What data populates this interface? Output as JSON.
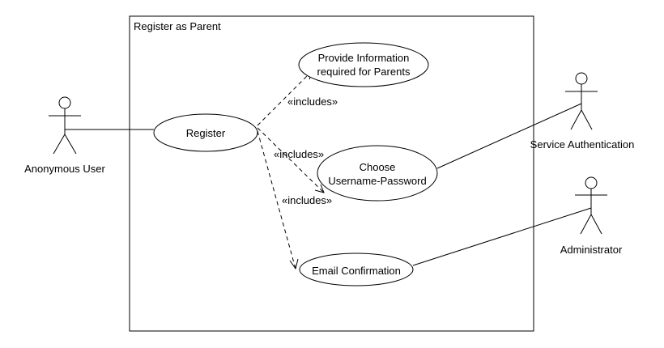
{
  "system": {
    "title": "Register as Parent"
  },
  "actors": {
    "anonymous_user": "Anonymous User",
    "service_authentication": "Service Authentication",
    "administrator": "Administrator"
  },
  "use_cases": {
    "register": "Register",
    "provide_info": [
      "Provide Information",
      "required for Parents"
    ],
    "choose_credentials": [
      "Choose",
      "Username-Password"
    ],
    "email_confirmation": "Email Confirmation"
  },
  "relations": {
    "includes_label": "«includes»"
  },
  "colors": {
    "stroke": "#000000",
    "background": "#ffffff"
  }
}
